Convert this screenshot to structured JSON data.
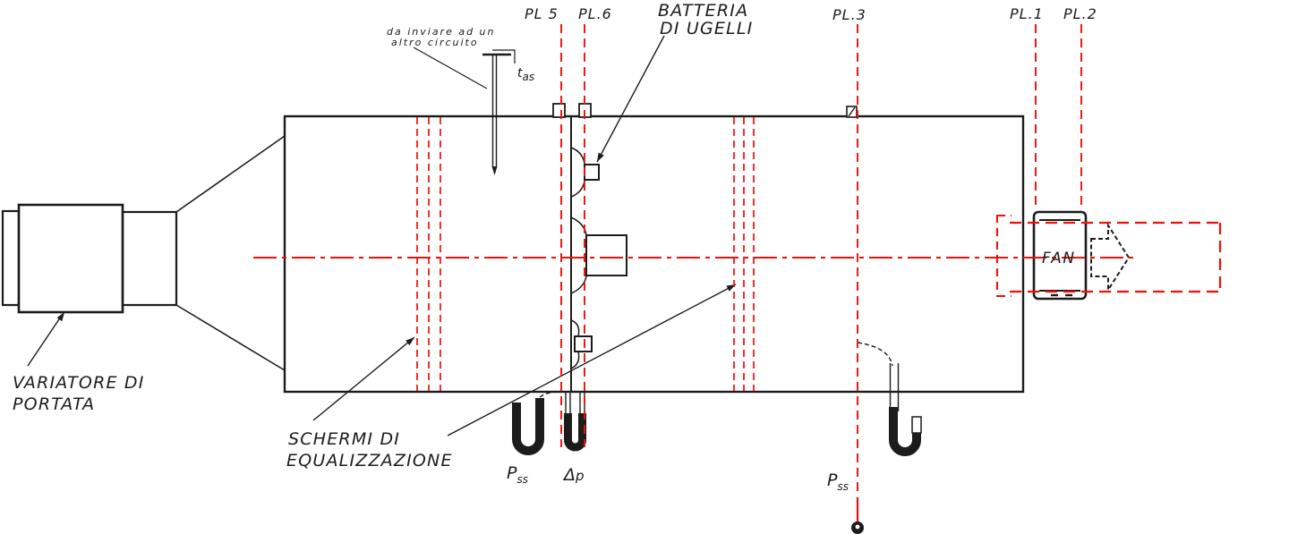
{
  "colors": {
    "line": "#1c1c1c",
    "accent_red": "#ee1008",
    "background": "#ffffff"
  },
  "labels": {
    "pl5": "PL 5",
    "pl6": "PL.6",
    "pl3": "PL.3",
    "pl1": "PL.1",
    "pl2": "PL.2",
    "batteria1": "BATTERIA",
    "batteria2": "DI UGELLI",
    "note1": "da inviare ad un",
    "note2": "altro circuito",
    "probe_base": "t",
    "probe_sub": "as",
    "variatore1": "VARIATORE DI",
    "variatore2": "PORTATA",
    "schermi1": "SCHERMI DI",
    "schermi2": "EQUALIZZAZIONE",
    "p_static_left_base": "P",
    "p_static_left_sub": "ss",
    "delta_p_base": "Δ",
    "delta_p_sub": "p",
    "p_static_right_base": "P",
    "p_static_right_sub": "ss",
    "fan": "FAN"
  }
}
